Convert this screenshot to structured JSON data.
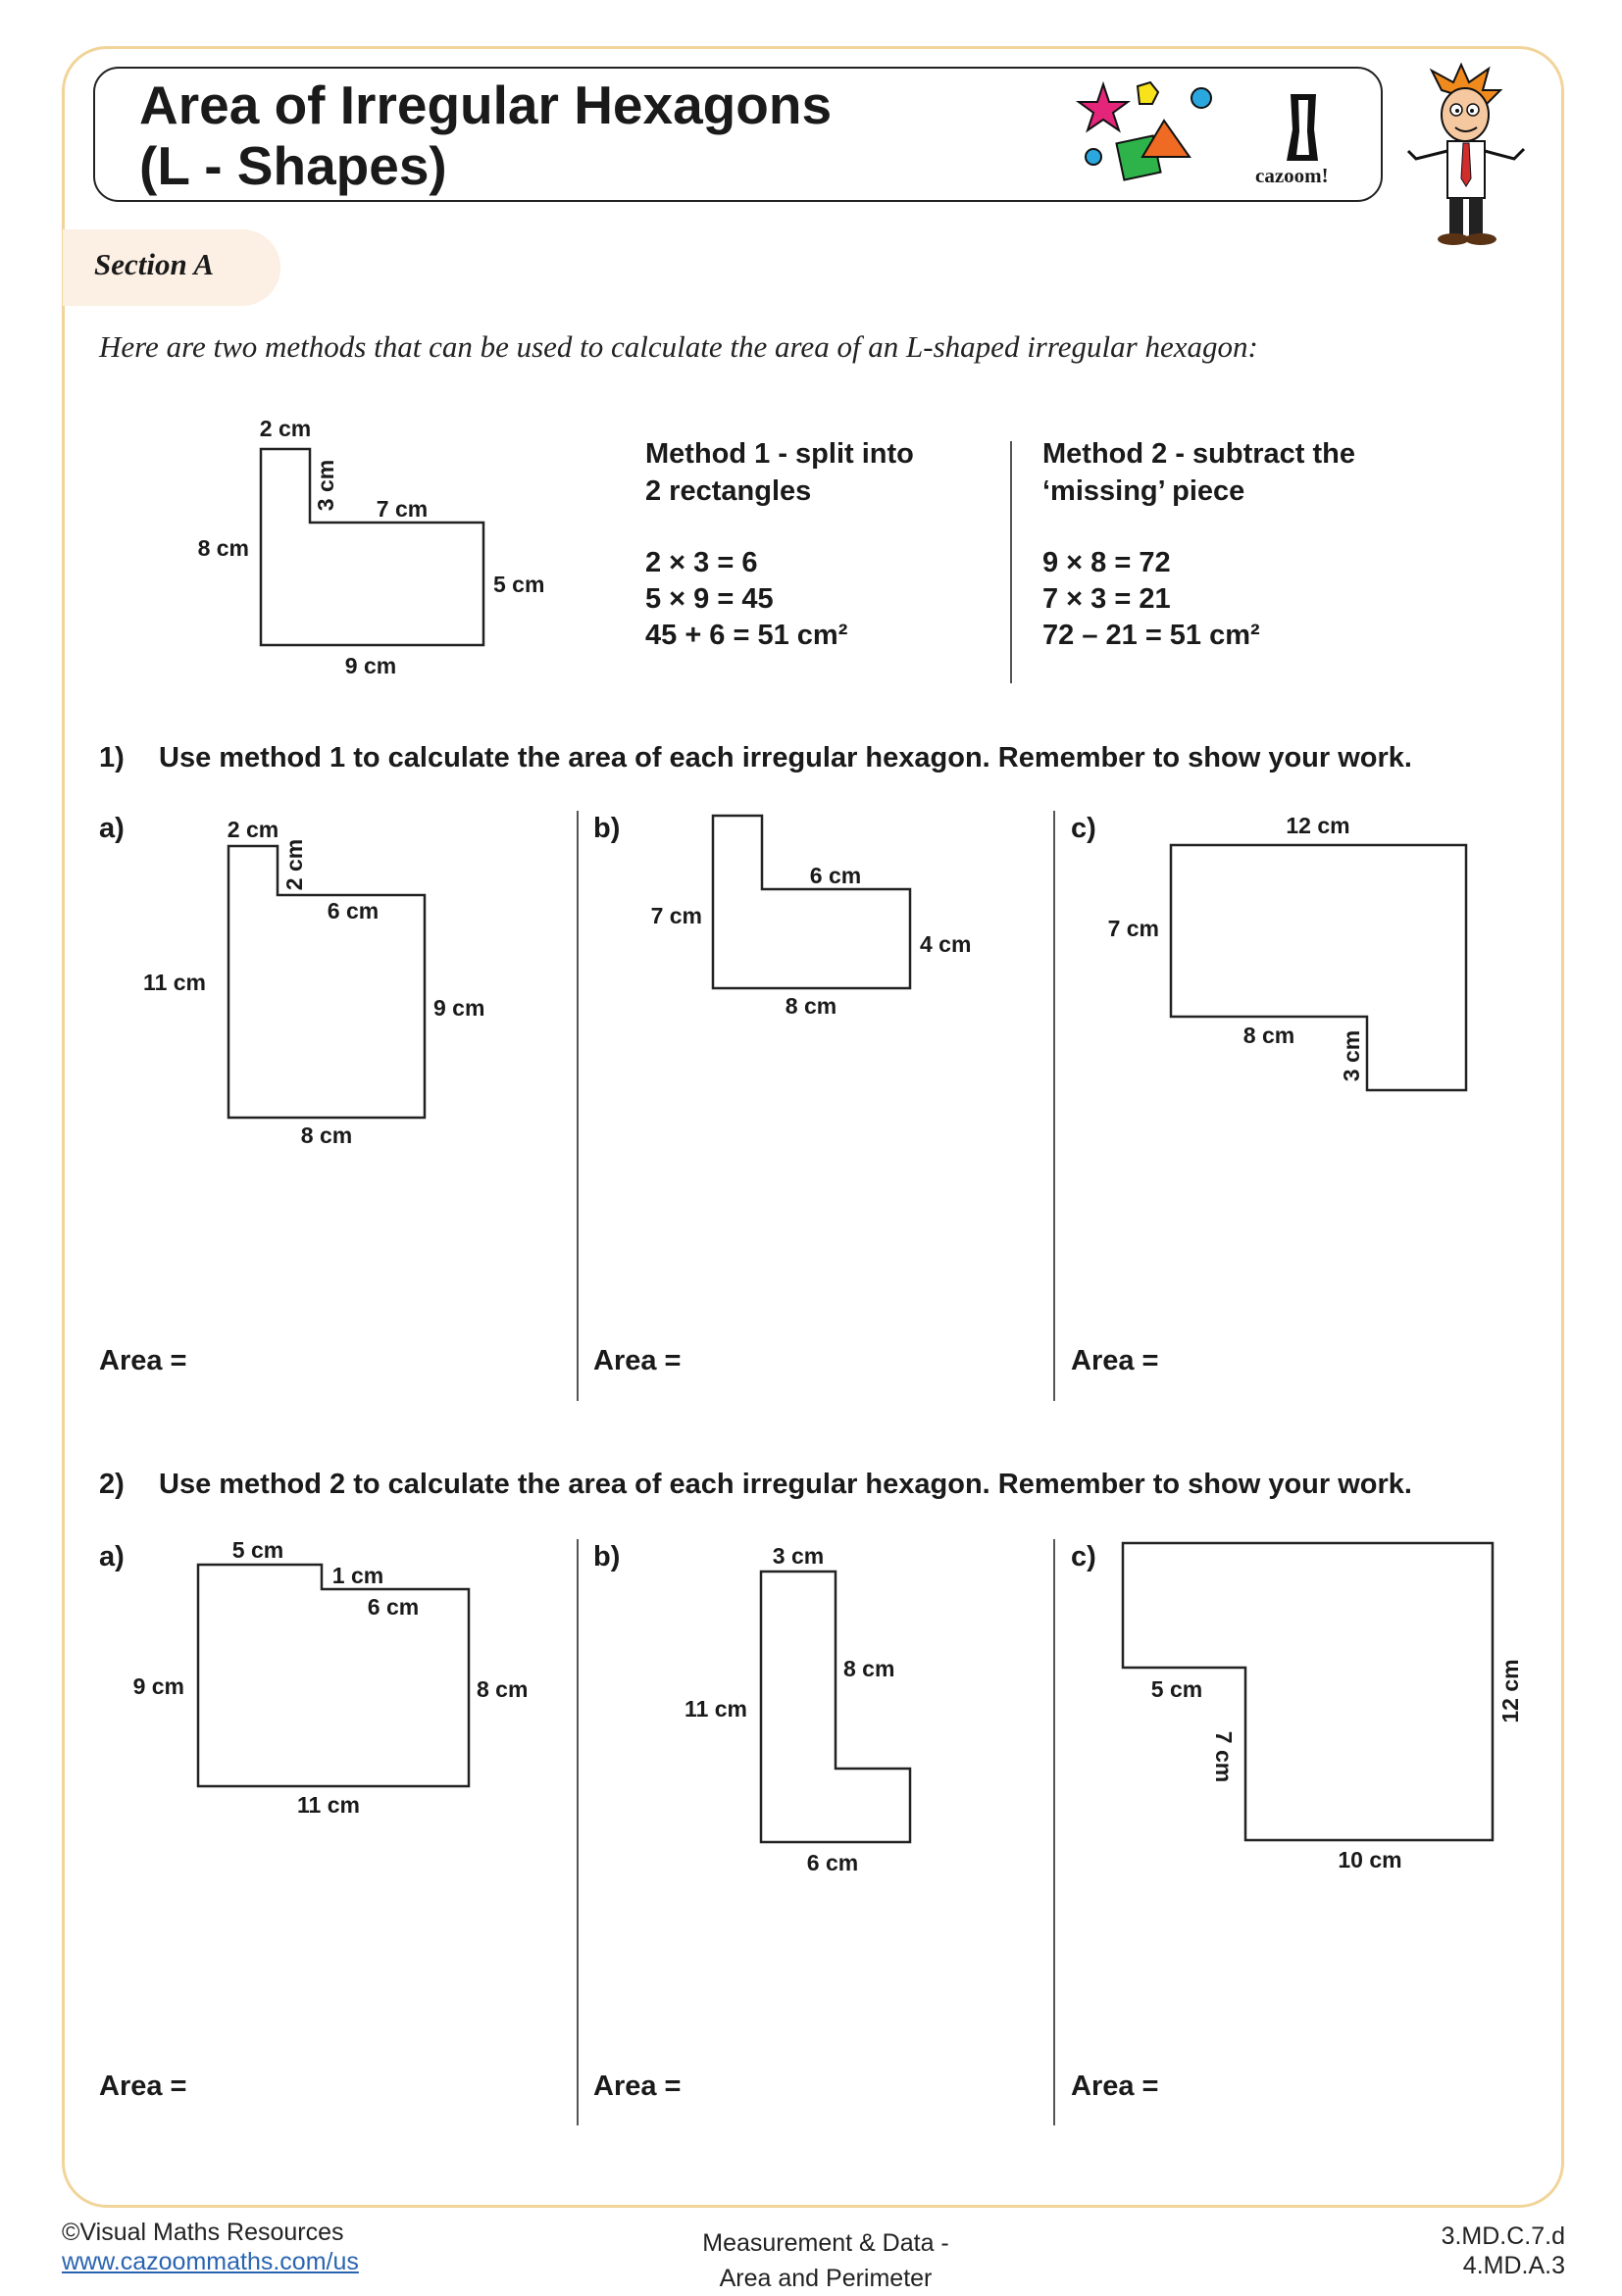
{
  "header": {
    "title_line1": "Area of Irregular Hexagons",
    "title_line2": "(L - Shapes)",
    "logo_text": "cazoom!"
  },
  "section": "Section A",
  "intro": "Here are two methods that can be used to calculate the area of an L-shaped irregular hexagon:",
  "example": {
    "labels": {
      "top": "2 cm",
      "notch": "3 cm",
      "inner": "7 cm",
      "left": "8 cm",
      "right": "5 cm",
      "bottom": "9 cm"
    },
    "method1": {
      "title_line1": "Method 1 - split into",
      "title_line2": "2 rectangles",
      "lines": [
        "2 × 3 = 6",
        "5 × 9 = 45",
        "45 + 6 = 51 cm²"
      ]
    },
    "method2": {
      "title_line1": "Method 2 - subtract the",
      "title_line2": "‘missing’ piece",
      "lines": [
        "9 × 8 = 72",
        "7 × 3 = 21",
        "72 – 21 = 51 cm²"
      ]
    }
  },
  "q1": {
    "number": "1)",
    "text": "Use method 1 to calculate the area of each irregular hexagon. Remember to show your work.",
    "a": {
      "label": "a)",
      "top": "2 cm",
      "notch": "2 cm",
      "inner": "6 cm",
      "left": "11 cm",
      "right": "9 cm",
      "bottom": "8 cm",
      "area": "Area ="
    },
    "b": {
      "label": "b)",
      "inner": "6 cm",
      "left": "7 cm",
      "right": "4 cm",
      "bottom": "8 cm",
      "area": "Area ="
    },
    "c": {
      "label": "c)",
      "top": "12 cm",
      "left": "7 cm",
      "inner": "8 cm",
      "notch": "3 cm",
      "area": "Area ="
    }
  },
  "q2": {
    "number": "2)",
    "text": "Use method 2 to calculate the area of each irregular hexagon. Remember to show your work.",
    "a": {
      "label": "a)",
      "top": "5 cm",
      "step": "1 cm",
      "inner": "6 cm",
      "left": "9 cm",
      "right": "8 cm",
      "bottom": "11 cm",
      "area": "Area ="
    },
    "b": {
      "label": "b)",
      "top": "3 cm",
      "inner": "8 cm",
      "left": "11 cm",
      "bottom": "6 cm",
      "area": "Area ="
    },
    "c": {
      "label": "c)",
      "inner": "5 cm",
      "notch": "7 cm",
      "bottom": "10 cm",
      "right": "12 cm",
      "area": "Area ="
    }
  },
  "footer": {
    "copyright": "©Visual Maths Resources",
    "url": "www.cazoommaths.com/us",
    "topic_line1": "Measurement & Data -",
    "topic_line2": "Area and Perimeter",
    "standard1": "3.MD.C.7.d",
    "standard2": "4.MD.A.3"
  }
}
